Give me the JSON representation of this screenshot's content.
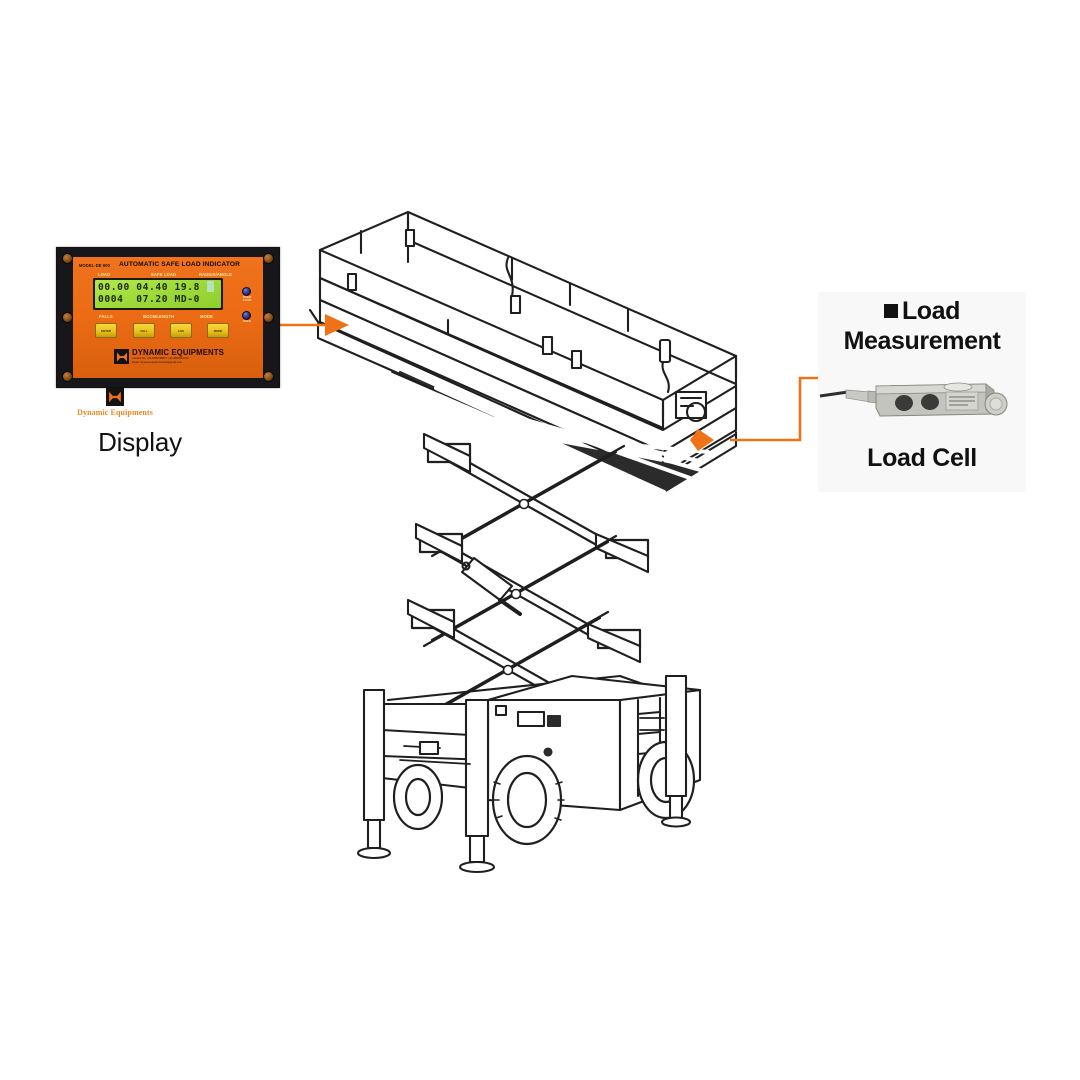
{
  "page": {
    "background": "#ffffff",
    "accent_orange": "#ef7216",
    "line_black": "#1b1b1b"
  },
  "display_unit": {
    "panel_model": "MODEL-DE 600",
    "panel_title": "AUTOMATIC SAFE LOAD INDICATOR",
    "top_legends": [
      "LOAD",
      "SAFE LOAD",
      "RADIUS/ANGLE"
    ],
    "bottom_legends": [
      "FALLS",
      "BOOMLENGTH",
      "MODE"
    ],
    "lcd": {
      "line1": "00.00 04.40 19.8",
      "line2": "0004  07.20 MD-0",
      "backlight_color": "#a3de3d"
    },
    "buttons": [
      {
        "name": "enter-button",
        "label": "ENTER"
      },
      {
        "name": "falls-button",
        "label": "FALL"
      },
      {
        "name": "boomlength-button",
        "label": "LOG"
      },
      {
        "name": "mode-button",
        "label": "MODE"
      }
    ],
    "indicators": [
      {
        "name": "over-load-indicator",
        "label": "OVER\nLOAD"
      },
      {
        "name": "safe-indicator",
        "label": "SAFE"
      }
    ],
    "brand": {
      "name": "DYNAMIC EQUIPMENTS",
      "contact_line": "Contact No: +91-8380798877  +91-9822012344",
      "email_line": "Email: dynamicequipments01@gmail.com"
    }
  },
  "logo": {
    "caption": "Dynamic Equipments",
    "mark_color": "#ef7216"
  },
  "captions": {
    "display": "Display",
    "load_measurement": "Load Measurement",
    "load_cell": "Load Cell"
  },
  "connectors": [
    {
      "name": "display-to-platform-connector",
      "from": "display-panel",
      "to": "lift-platform-left",
      "color": "#ef7216",
      "arrow": "right"
    },
    {
      "name": "loadcell-to-platform-connector",
      "from": "load-cell",
      "to": "lift-platform-right",
      "color": "#ef7216",
      "arrow": "left"
    }
  ],
  "machine": {
    "name": "scissor-lift",
    "parts": [
      "work-platform",
      "guardrail",
      "scissor-arms",
      "chassis",
      "wheels",
      "outriggers"
    ]
  }
}
